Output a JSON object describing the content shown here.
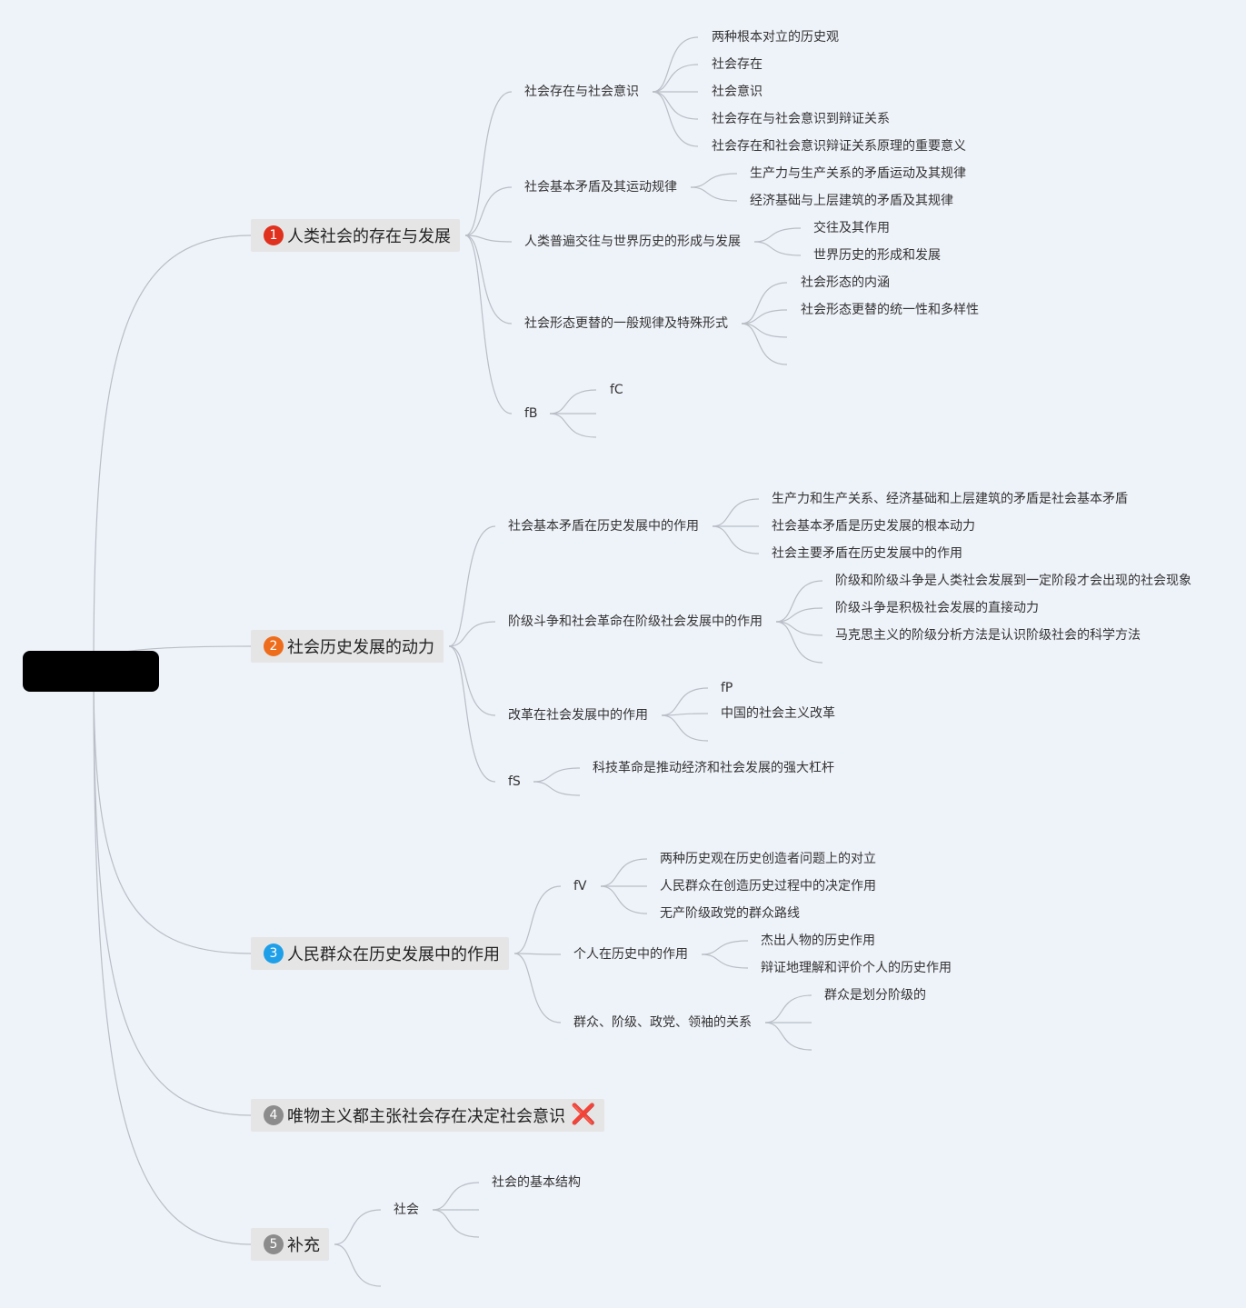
{
  "colors": {
    "badge_1": "#e0301e",
    "badge_2": "#ee6d1c",
    "badge_3": "#1e9fe8",
    "badge_4": "#8c8c8c",
    "badge_5": "#8c8c8c",
    "cross": "#e0301e"
  },
  "root": {
    "label": ""
  },
  "branches": [
    {
      "number": "1",
      "label": "人类社会的存在与发展"
    },
    {
      "number": "2",
      "label": "社会历史发展的动力"
    },
    {
      "number": "3",
      "label": "人民群众在历史发展中的作用"
    },
    {
      "number": "4",
      "label": "唯物主义都主张社会存在决定社会意识",
      "icon": "red-cross-icon",
      "icon_glyph": "❌"
    },
    {
      "number": "5",
      "label": "补充"
    }
  ],
  "b1": {
    "t1": {
      "label": "社会存在与社会意识",
      "items": [
        "两种根本对立的历史观",
        "社会存在",
        "社会意识",
        "社会存在与社会意识到辩证关系",
        "社会存在和社会意识辩证关系原理的重要意义"
      ]
    },
    "t2": {
      "label": "社会基本矛盾及其运动规律",
      "items": [
        "生产力与生产关系的矛盾运动及其规律",
        "经济基础与上层建筑的矛盾及其规律"
      ]
    },
    "t3": {
      "label": "人类普遍交往与世界历史的形成与发展",
      "items": [
        "交往及其作用",
        "世界历史的形成和发展"
      ]
    },
    "t4": {
      "label": "社会形态更替的一般规律及特殊形式",
      "items": [
        "社会形态的内涵",
        "社会形态更替的统一性和多样性"
      ]
    },
    "t5": {
      "label": "fB",
      "items": [
        "fC"
      ]
    }
  },
  "b2": {
    "t1": {
      "label": "社会基本矛盾在历史发展中的作用",
      "items": [
        "生产力和生产关系、经济基础和上层建筑的矛盾是社会基本矛盾",
        "社会基本矛盾是历史发展的根本动力",
        "社会主要矛盾在历史发展中的作用"
      ]
    },
    "t2": {
      "label": "阶级斗争和社会革命在阶级社会发展中的作用",
      "items": [
        "阶级和阶级斗争是人类社会发展到一定阶段才会出现的社会现象",
        "阶级斗争是积极社会发展的直接动力",
        "马克思主义的阶级分析方法是认识阶级社会的科学方法"
      ]
    },
    "t3": {
      "label": "改革在社会发展中的作用",
      "items": [
        "fP",
        "中国的社会主义改革"
      ]
    },
    "t4": {
      "label": "fS",
      "items": [
        "科技革命是推动经济和社会发展的强大杠杆"
      ]
    }
  },
  "b3": {
    "t1": {
      "label": "fV",
      "items": [
        "两种历史观在历史创造者问题上的对立",
        "人民群众在创造历史过程中的决定作用",
        "无产阶级政党的群众路线"
      ]
    },
    "t2": {
      "label": "个人在历史中的作用",
      "items": [
        "杰出人物的历史作用",
        "辩证地理解和评价个人的历史作用"
      ]
    },
    "t3": {
      "label": "群众、阶级、政党、领袖的关系",
      "items": [
        "群众是划分阶级的"
      ]
    }
  },
  "b5": {
    "t1": {
      "label": "社会",
      "items": [
        "社会的基本结构"
      ]
    }
  }
}
